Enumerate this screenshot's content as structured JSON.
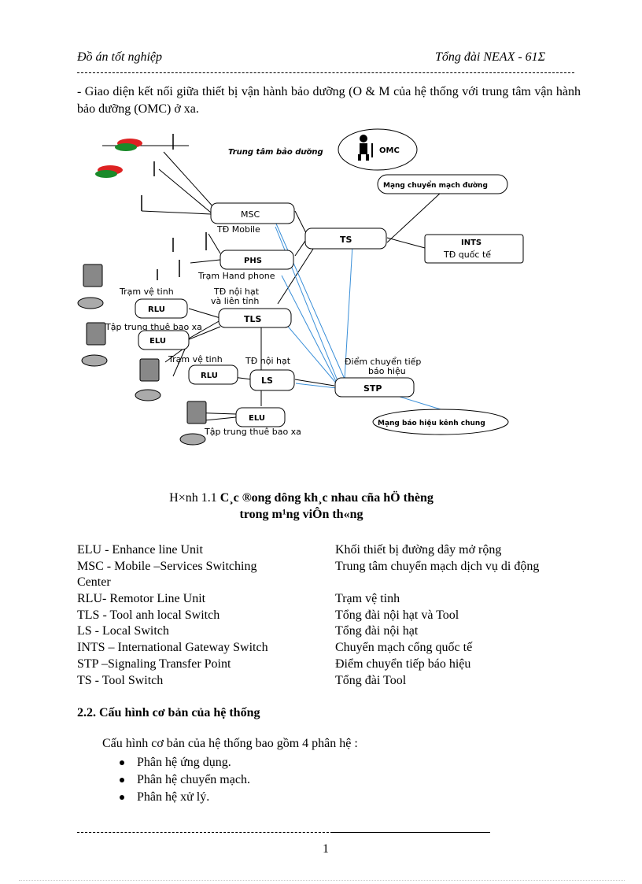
{
  "header": {
    "left": "Đồ án tốt nghiệp",
    "right": "Tổng đài NEAX - 61Σ"
  },
  "intro_paragraph": "- Giao diện kết nối giữa thiết bị vận hành bảo dưỡng (O & M của hệ thống với trung tâm vận hành bảo dưỡng (OMC) ở xa.",
  "diagram": {
    "omc_label": "Trung tâm bảo dưỡng",
    "omc": "OMC",
    "circuit_network": "Mạng chuyển mạch đường",
    "msc": "MSC",
    "msc_caption": "TĐ Mobile",
    "ts": "TS",
    "ints": "INTS",
    "ints_caption": "TĐ quốc tế",
    "phs": "PHS",
    "phs_caption": "Trạm Hand phone",
    "tls": "TLS",
    "tls_caption_1": "TĐ nội hạt",
    "tls_caption_2": "và liên tỉnh",
    "rlu": "RLU",
    "rlu_caption": "Trạm vệ tinh",
    "elu": "ELU",
    "elu_caption": "Tập trung thuê bao xa",
    "ls": "LS",
    "ls_caption": "TĐ nội hạt",
    "stp": "STP",
    "stp_caption_1": "Điểm chuyển tiếp",
    "stp_caption_2": "báo hiệu",
    "signaling_network": "Mạng báo hiệu kênh chung"
  },
  "caption": {
    "line1_prefix": "H×nh 1.1 ",
    "line1_bold": "C¸c ®ong dông kh¸c nhau cña hÖ thèng",
    "line2": "trong m¹ng viÔn th«ng"
  },
  "definitions": [
    {
      "term": "ELU - Enhance line Unit",
      "meaning": "Khối thiết bị đường dây mở rộng"
    },
    {
      "term": "MSC - Mobile –Services Switching",
      "meaning": "Trung tâm chuyển mạch dịch vụ di động"
    },
    {
      "term": "Center",
      "meaning": ""
    },
    {
      "term": "RLU- Remotor Line Unit",
      "meaning": "Trạm vệ tinh"
    },
    {
      "term": "TLS  - Tool anh local Switch",
      "meaning": "Tổng đài nội hạt và Tool"
    },
    {
      "term": "LS - Local Switch",
      "meaning": "Tổng đài nội hạt"
    },
    {
      "term": "INTS – International Gateway Switch",
      "meaning": "Chuyển mạch cổng quốc tế"
    },
    {
      "term": "STP –Signaling  Transfer Point",
      "meaning": "Điểm chuyển tiếp báo hiệu"
    },
    {
      "term": "TS - Tool Switch",
      "meaning": "Tổng đài Tool"
    }
  ],
  "section": {
    "heading": "2.2. Cấu hình cơ bản của hệ thống",
    "intro": "Cấu hình cơ bản của hệ thống bao gồm 4 phân hệ :",
    "bullets": [
      "Phân hệ ứng dụng.",
      "Phân hệ chuyển mạch.",
      "Phân hệ xử lý."
    ]
  },
  "footer": {
    "page_number": "1"
  }
}
